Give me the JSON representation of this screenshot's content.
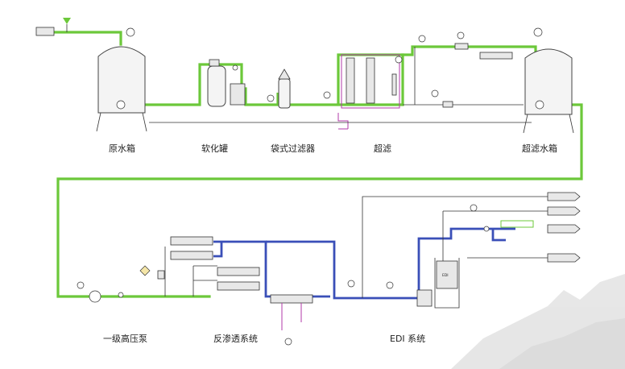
{
  "labels": {
    "raw_tank": "原水箱",
    "softener": "软化罐",
    "bag_filter": "袋式过滤器",
    "ultrafiltration": "超滤",
    "uf_tank": "超滤水箱",
    "hp_pump": "一级高压泵",
    "ro_system": "反渗透系统",
    "edi_system": "EDI 系统",
    "edi_unit": "EDI"
  },
  "colors": {
    "pretreatment_line": "#6cc83a",
    "ro_line": "#3a4fb8",
    "instrument_line": "#333333",
    "drain_line": "#b23aa8"
  }
}
